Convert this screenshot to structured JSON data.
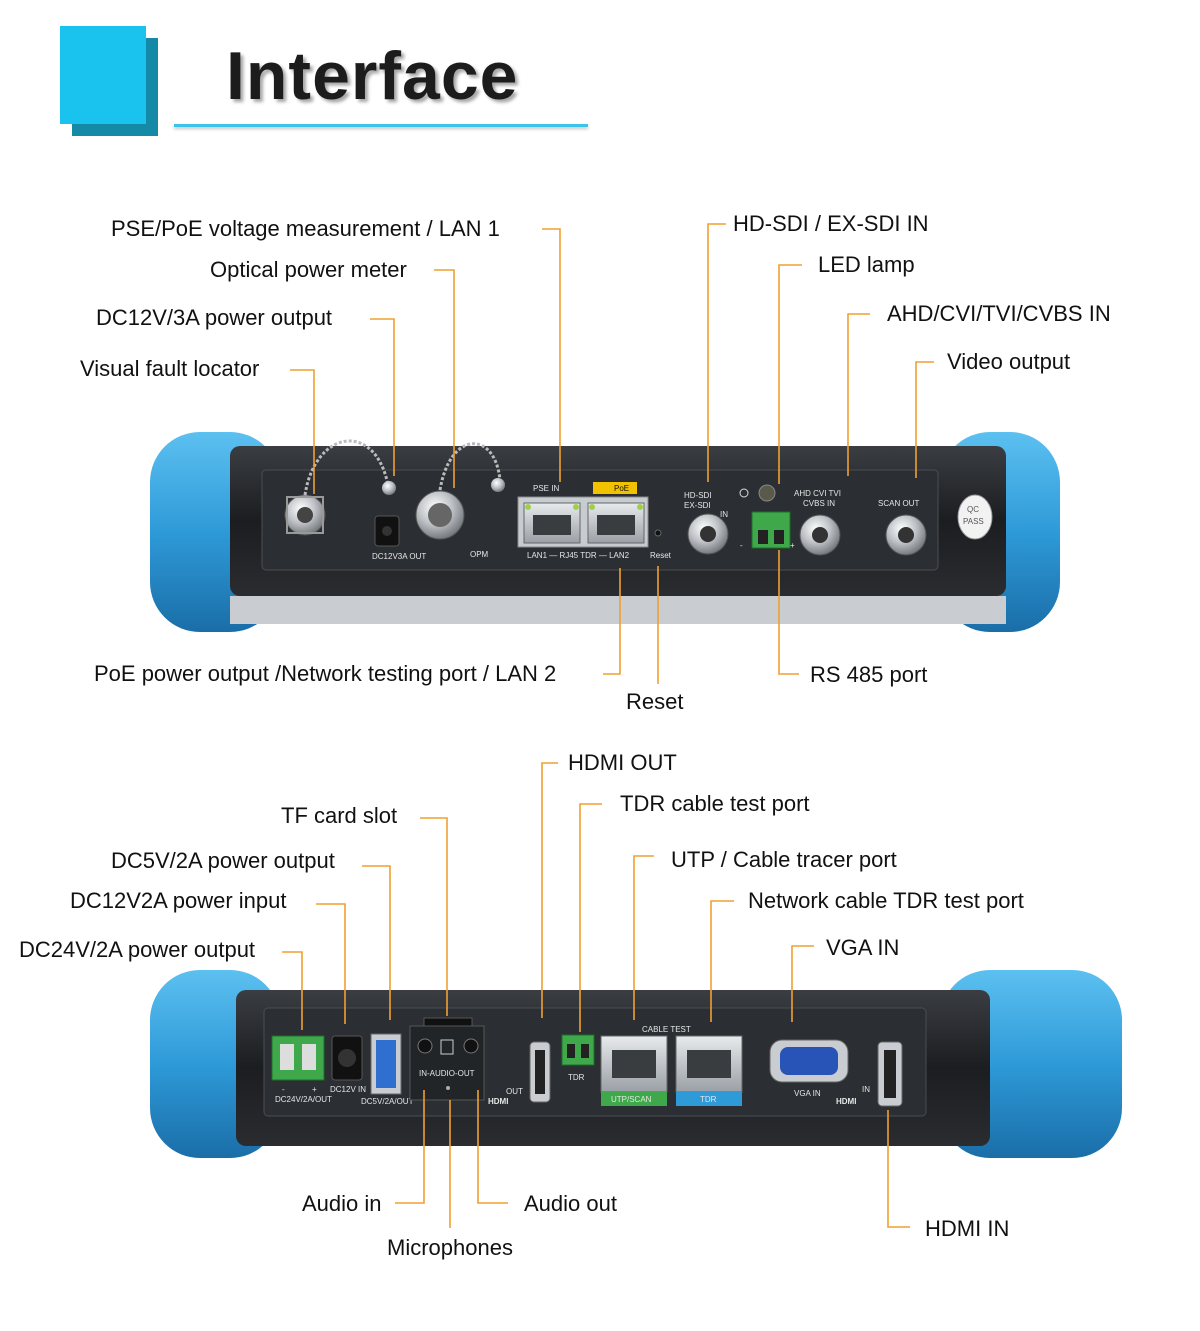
{
  "header": {
    "title": "Interface",
    "accent": "#19c3ee"
  },
  "colors": {
    "leader": "#f0a030",
    "bumper": "#3aa6e0",
    "body": "#1f2226",
    "panel": "#2c2f33"
  },
  "top_panel": {
    "callouts_top": [
      "PSE/PoE voltage measurement / LAN 1",
      "Optical power meter",
      "DC12V/3A power output",
      "Visual fault locator",
      "HD-SDI / EX-SDI IN",
      "LED lamp",
      "AHD/CVI/TVI/CVBS IN",
      "Video output"
    ],
    "callouts_bottom": [
      "PoE power output /Network testing port / LAN 2",
      "Reset",
      "RS 485 port"
    ],
    "port_labels": [
      "DC12V3A OUT",
      "OPM",
      "PSE IN",
      "PoE",
      "LAN1 — RJ45 TDR — LAN2",
      "Reset",
      "HD-SDI",
      "EX-SDI",
      "IN",
      "AHD CVI TVI",
      "CVBS IN",
      "SCAN OUT",
      "QC",
      "PASS",
      "-",
      "+"
    ]
  },
  "bottom_panel": {
    "callouts_top": [
      "HDMI OUT",
      "TDR cable test port",
      "TF card slot",
      "DC5V/2A power output",
      "UTP / Cable tracer port",
      "DC12V2A power input",
      "Network cable TDR test port",
      "DC24V/2A power output",
      "VGA IN"
    ],
    "callouts_bottom": [
      "Audio in",
      "Audio out",
      "Microphones",
      "HDMI IN"
    ],
    "port_labels": [
      "DC24V/2A/OUT",
      "DC12V IN",
      "DC5V/2A/OUT",
      "IN-AUDIO-OUT",
      "OUT",
      "HDMI",
      "TDR",
      "CABLE TEST",
      "UTP/SCAN",
      "TDR",
      "VGA IN",
      "IN",
      "HDMI",
      "-",
      "+"
    ]
  }
}
